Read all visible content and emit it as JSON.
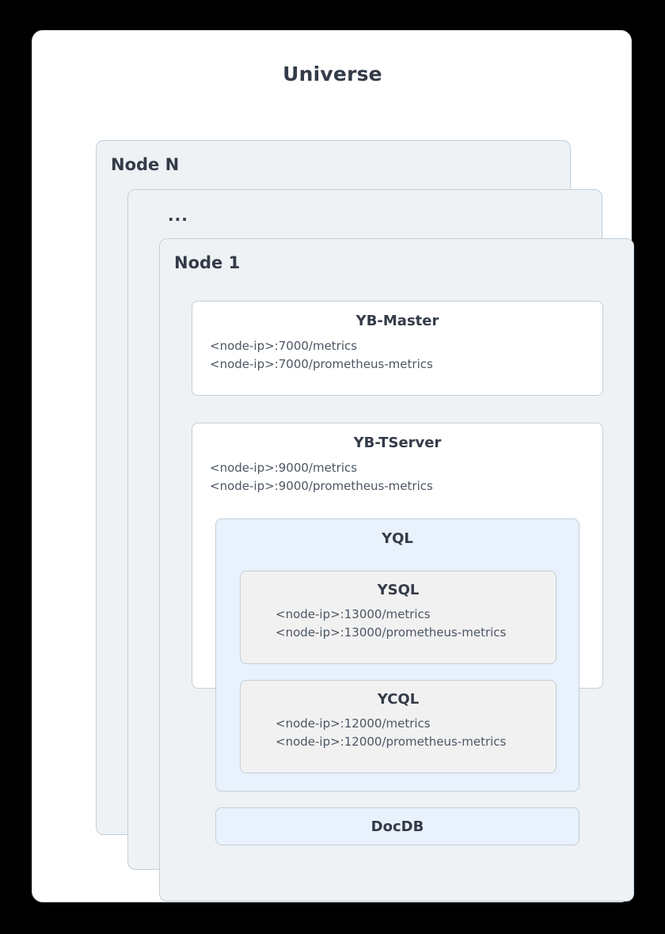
{
  "diagram": {
    "title": "Universe",
    "nodes": [
      {
        "label": "Node N"
      },
      {
        "label": "..."
      },
      {
        "label": "Node 1"
      }
    ],
    "components": {
      "yb_master": {
        "title": "YB-Master",
        "endpoints": [
          "<node-ip>:7000/metrics",
          "<node-ip>:7000/prometheus-metrics"
        ]
      },
      "yb_tserver": {
        "title": "YB-TServer",
        "endpoints": [
          "<node-ip>:9000/metrics",
          "<node-ip>:9000/prometheus-metrics"
        ]
      },
      "yql": {
        "title": "YQL"
      },
      "ysql": {
        "title": "YSQL",
        "endpoints": [
          "<node-ip>:13000/metrics",
          "<node-ip>:13000/prometheus-metrics"
        ]
      },
      "ycql": {
        "title": "YCQL",
        "endpoints": [
          "<node-ip>:12000/metrics",
          "<node-ip>:12000/prometheus-metrics"
        ]
      },
      "docdb": {
        "title": "DocDB"
      }
    }
  },
  "colors": {
    "page_background": "#000000",
    "card_background": "#ffffff",
    "node_fill": "#eef2f5",
    "node_border": "#c3cfd8",
    "accent_blue_fill": "#e8f1fc",
    "neutral_fill": "#f1f1f1",
    "heading_text": "#343b48",
    "body_text": "#4c5663"
  }
}
